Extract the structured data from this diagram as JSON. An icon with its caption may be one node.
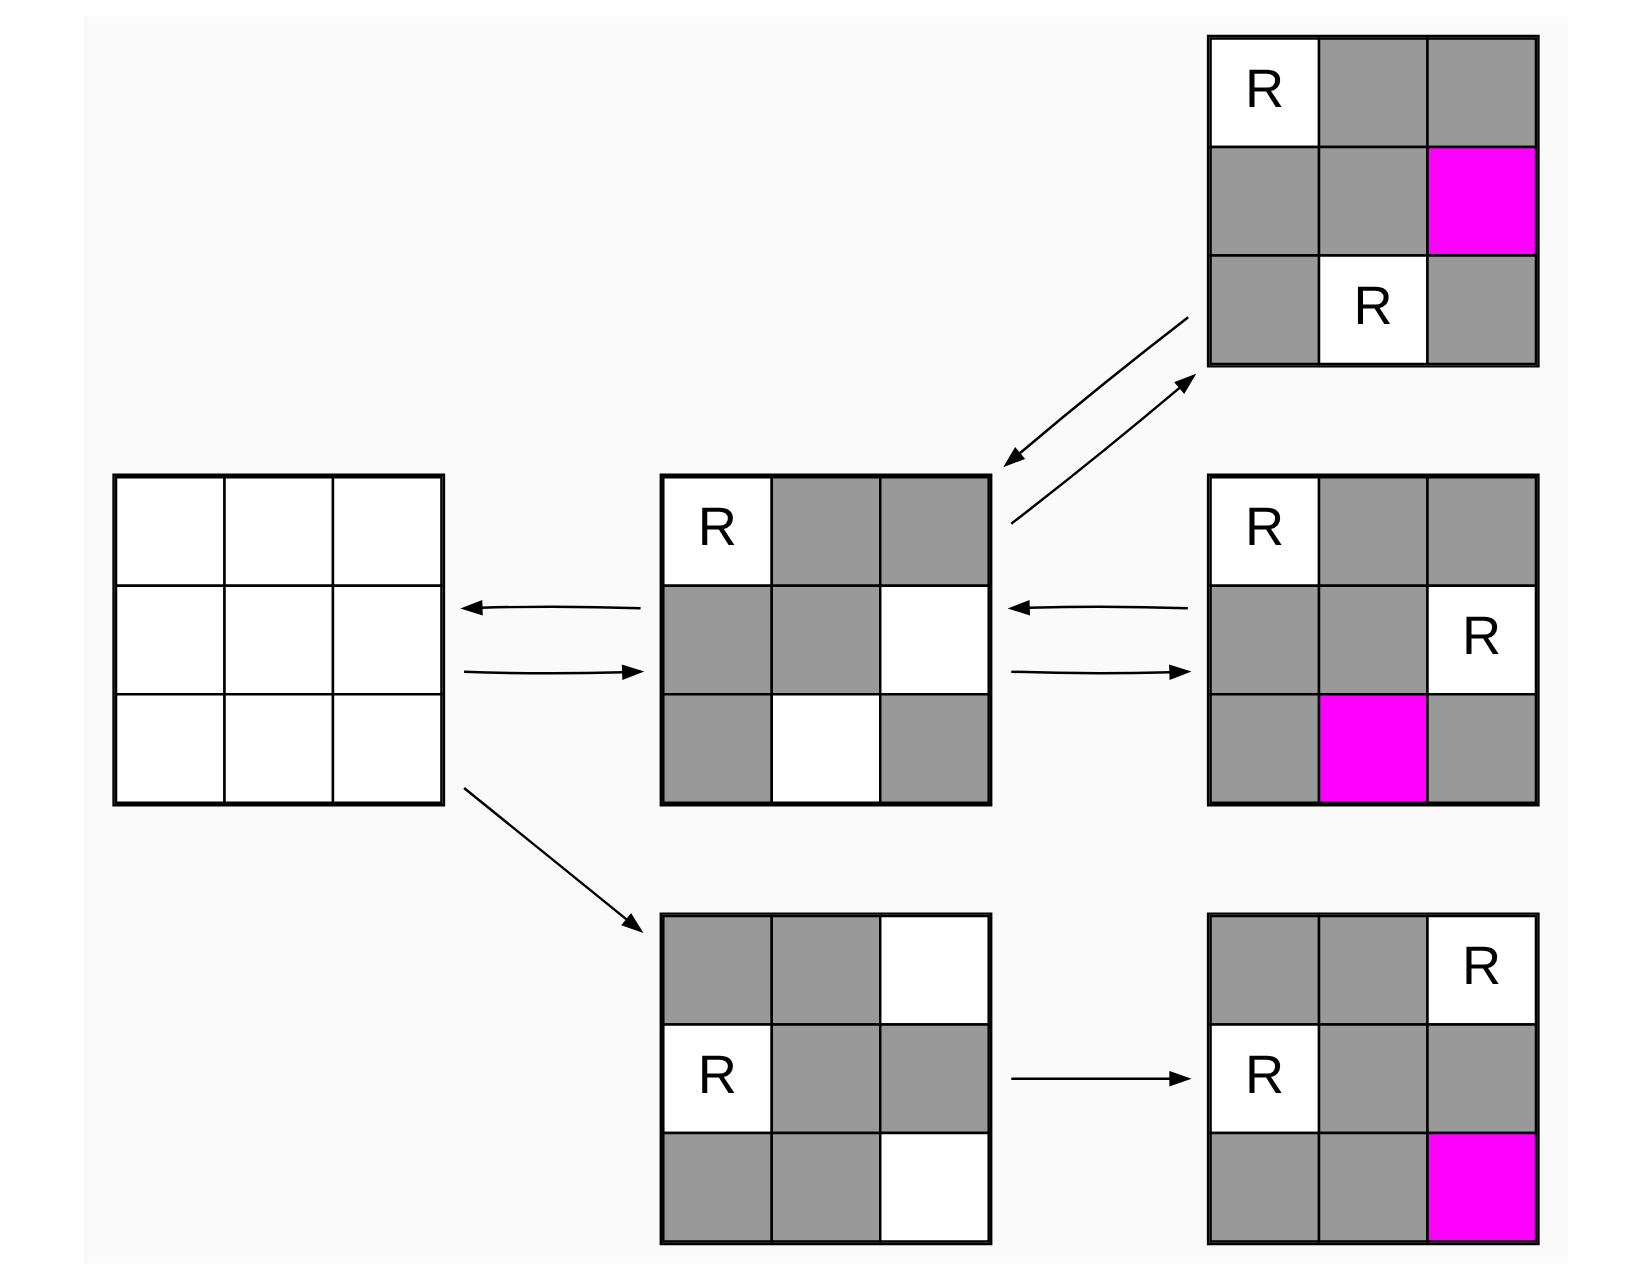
{
  "diagram": {
    "nodes": [
      {
        "text": [],
        "shape": "box"
      },
      {
        "text": [
          "R"
        ]
      },
      {
        "text": [
          "R",
          "R"
        ]
      },
      {
        "text": [
          "R",
          "R"
        ]
      },
      {
        "text": [
          "R"
        ]
      },
      {
        "text": [
          "R",
          "R"
        ]
      }
    ],
    "edges": [
      {
        "from": 0,
        "to": 1,
        "arrow": "to"
      },
      {
        "from": 1,
        "to": 0,
        "arrow": "to"
      },
      {
        "from": 1,
        "to": 2,
        "arrow": "to"
      },
      {
        "from": 2,
        "to": 1,
        "arrow": "to"
      },
      {
        "from": 1,
        "to": 3,
        "arrow": "to"
      },
      {
        "from": 3,
        "to": 1,
        "arrow": "to"
      },
      {
        "from": 0,
        "to": 4,
        "arrow": "to"
      },
      {
        "from": 4,
        "to": 5,
        "arrow": "to"
      }
    ]
  }
}
